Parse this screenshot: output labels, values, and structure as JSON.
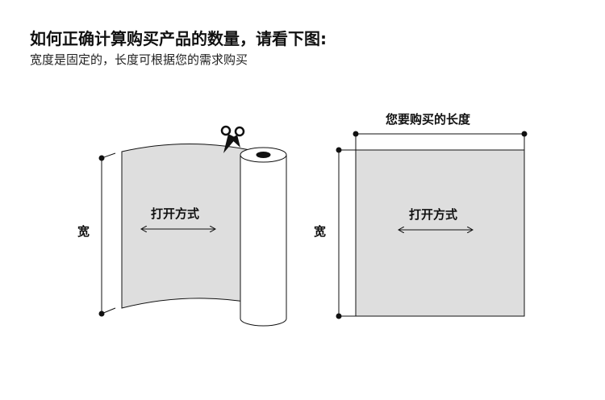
{
  "title": "如何正确计算购买产品的数量，请看下图:",
  "subtitle": "宽度是固定的，长度可根据您的需求购买",
  "left_diagram": {
    "width_label": "宽",
    "direction_label": "打开方式"
  },
  "right_diagram": {
    "width_label": "宽",
    "length_label": "您要购买的长度",
    "direction_label": "打开方式"
  },
  "colors": {
    "sheet": "#dedede",
    "line": "#111111"
  }
}
